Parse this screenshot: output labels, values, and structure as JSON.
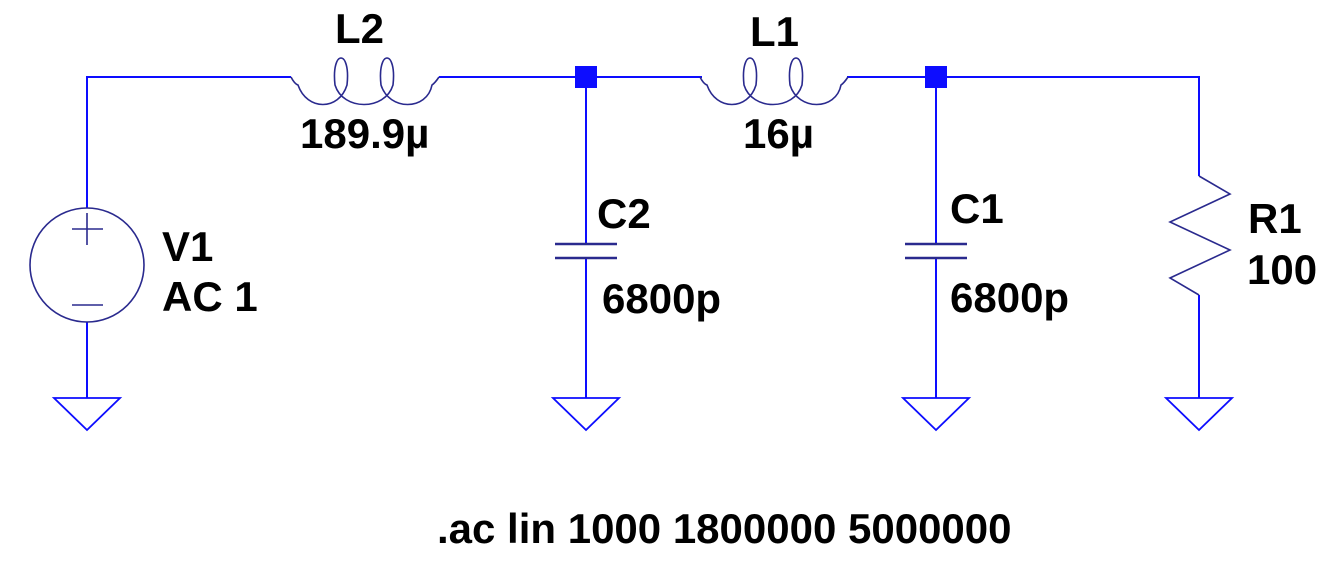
{
  "app": "schematic-editor",
  "colors": {
    "wire": "#0d0dff",
    "symbol": "#2a2a8e",
    "text": "#000000",
    "background": "#ffffff"
  },
  "components": {
    "V1": {
      "name": "V1",
      "value": "AC 1",
      "type": "voltage-source"
    },
    "L2": {
      "name": "L2",
      "value": "189.9µ",
      "type": "inductor"
    },
    "L1": {
      "name": "L1",
      "value": "16µ",
      "type": "inductor"
    },
    "C2": {
      "name": "C2",
      "value": "6800p",
      "type": "capacitor"
    },
    "C1": {
      "name": "C1",
      "value": "6800p",
      "type": "capacitor"
    },
    "R1": {
      "name": "R1",
      "value": "100",
      "type": "resistor"
    }
  },
  "directive": ".ac lin 1000 1800000 5000000",
  "grounds_count": 4,
  "junctions_count": 2
}
